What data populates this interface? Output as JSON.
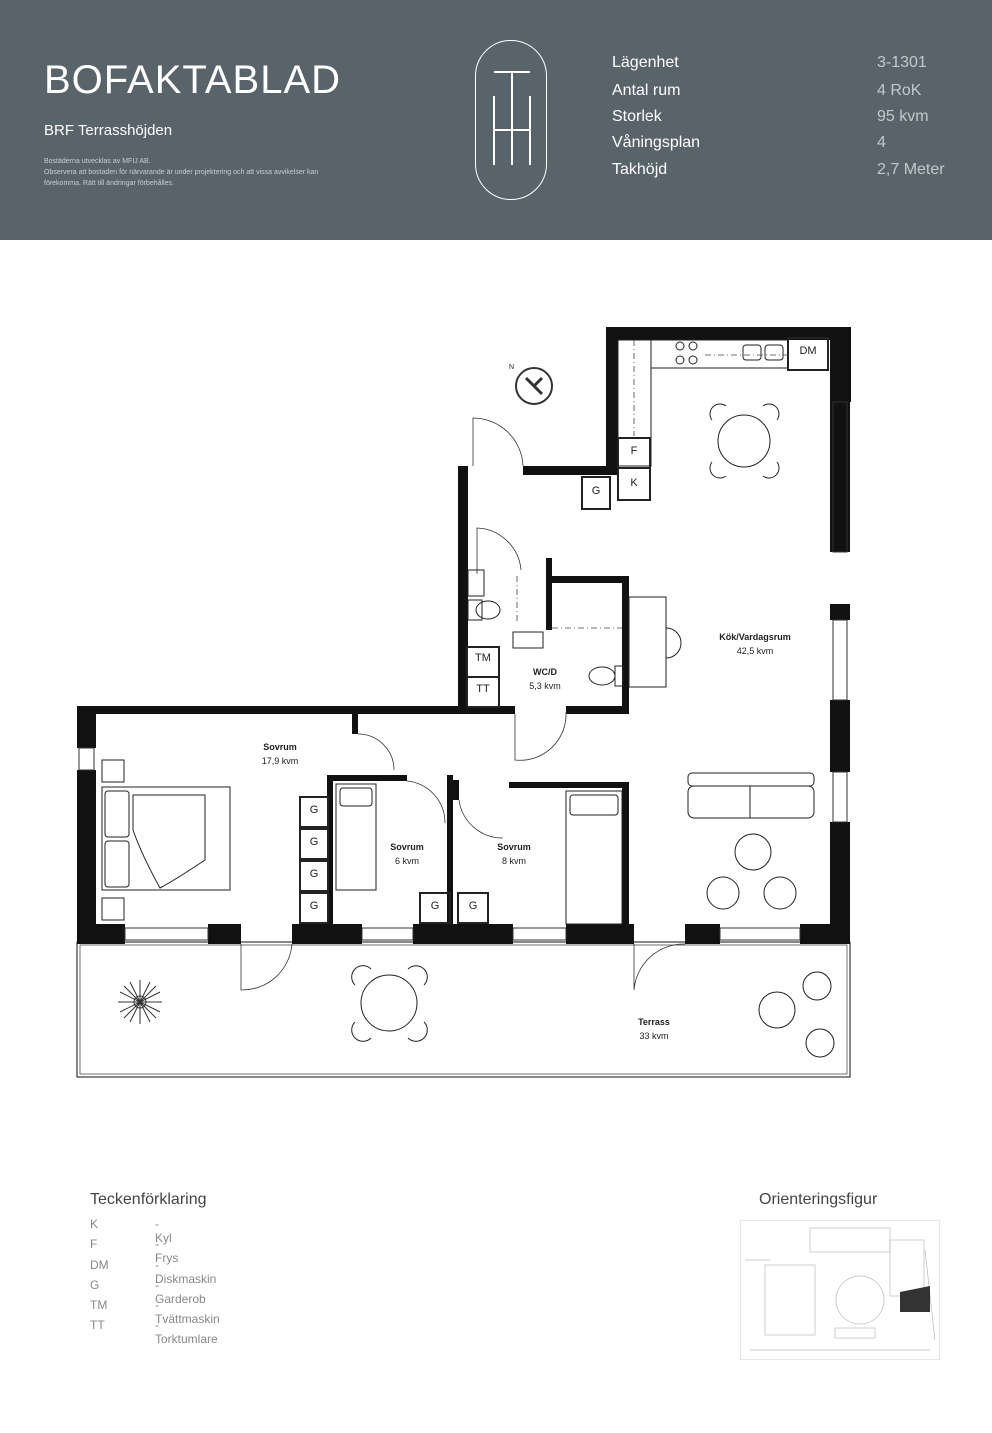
{
  "header": {
    "title": "BOFAKTABLAD",
    "subtitle": "BRF Terrasshöjden",
    "disclaimer": [
      "Bostäderna utvecklas av MFIJ AB.",
      "Observera att bostaden för närvarande är under projektering och att vissa avvikelser kan",
      "förekomma. Rätt till ändringar förbehålles."
    ],
    "logo": "TH"
  },
  "facts": [
    {
      "label": "Lägenhet",
      "value": "3-1301"
    },
    {
      "label": "Antal rum",
      "value": "4 RoK"
    },
    {
      "label": "Storlek",
      "value": "95 kvm"
    },
    {
      "label": "Våningsplan",
      "value": "4"
    },
    {
      "label": "Takhöjd",
      "value": "2,7 Meter"
    }
  ],
  "plan": {
    "compass": "N",
    "rooms": [
      {
        "name": "Kök/Vardagsrum",
        "area": "42,5 kvm"
      },
      {
        "name": "WC/D",
        "area": "5,3 kvm"
      },
      {
        "name": "Sovrum",
        "area": "17,9 kvm"
      },
      {
        "name": "Sovrum",
        "area": "6 kvm"
      },
      {
        "name": "Sovrum",
        "area": "8 kvm"
      },
      {
        "name": "Terrass",
        "area": "33 kvm"
      }
    ],
    "tags": {
      "dm": "DM",
      "f": "F",
      "k": "K",
      "g": "G",
      "tm": "TM",
      "tt": "TT"
    }
  },
  "legend": {
    "title": "Teckenförklaring",
    "items": [
      {
        "abbr": "K",
        "desc": "- Kyl"
      },
      {
        "abbr": "F",
        "desc": "- Frys"
      },
      {
        "abbr": "DM",
        "desc": "- Diskmaskin"
      },
      {
        "abbr": "G",
        "desc": "- Garderob"
      },
      {
        "abbr": "TM",
        "desc": "- Tvättmaskin"
      },
      {
        "abbr": "TT",
        "desc": "- Torktumlare"
      }
    ]
  },
  "orientation": {
    "title": "Orienteringsfigur"
  }
}
